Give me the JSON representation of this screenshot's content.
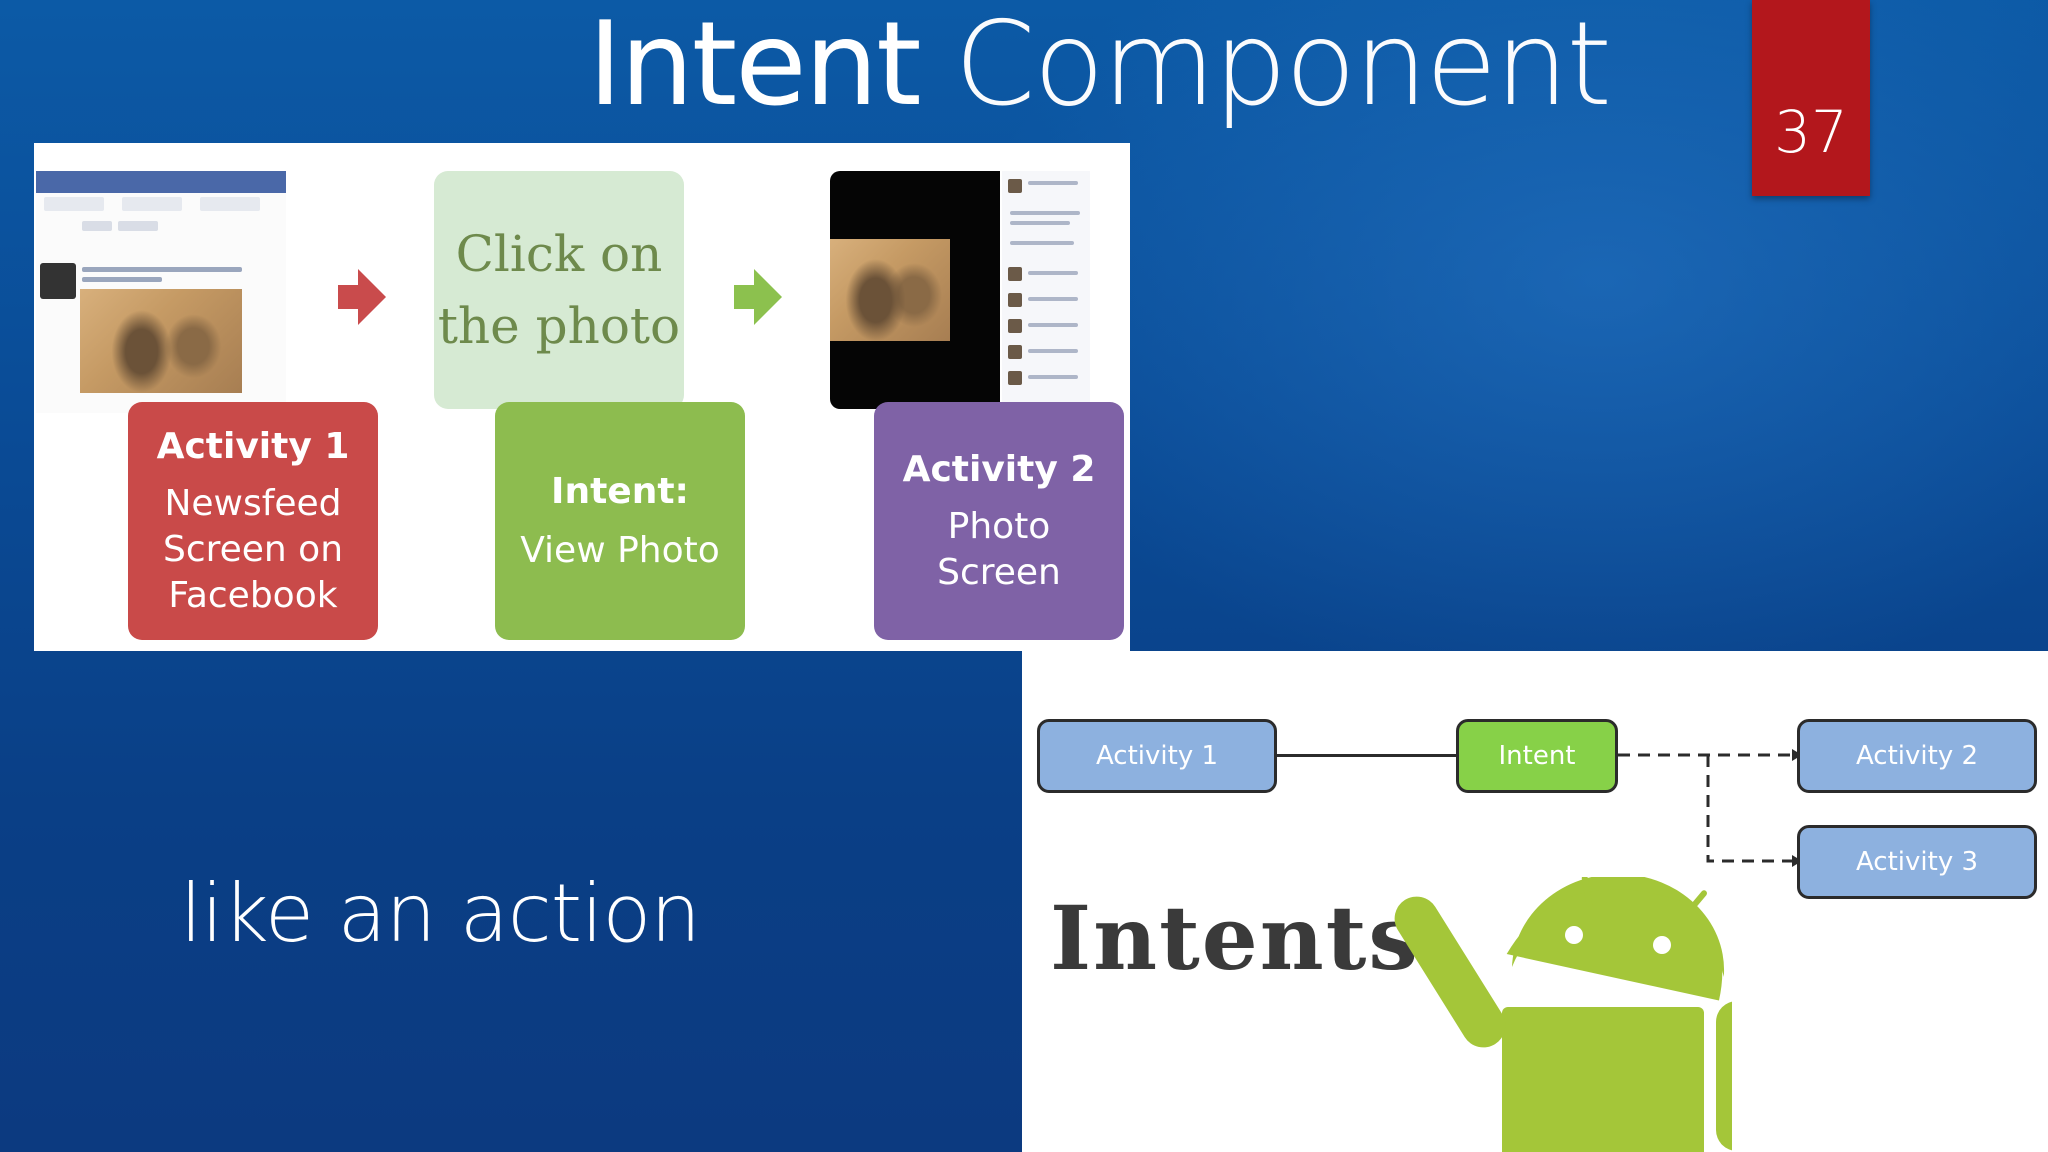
{
  "slide": {
    "title_bold": "Intent",
    "title_light": "Component",
    "page_number": "37",
    "subtitle": "like an action"
  },
  "top_figure": {
    "click_text_line1": "Click on",
    "click_text_line2": "the photo",
    "cards": [
      {
        "head": "Activity 1",
        "lines": [
          "Newsfeed",
          "Screen on",
          "Facebook"
        ],
        "color": "#c94a49"
      },
      {
        "head": "Intent:",
        "lines": [
          "View Photo"
        ],
        "color": "#8dbc4f"
      },
      {
        "head": "Activity 2",
        "lines": [
          "Photo",
          "Screen"
        ],
        "color": "#7f62a6"
      }
    ],
    "arrow_colors": [
      "#c94b4c",
      "#8cc14e"
    ]
  },
  "bottom_figure": {
    "nodes": {
      "activity1": "Activity 1",
      "intent": "Intent",
      "activity2": "Activity 2",
      "activity3": "Activity 3"
    },
    "intents_word": "Intents",
    "android_color": "#a4c639"
  },
  "colors": {
    "badge": "#b3171c",
    "background": "#0a4c97"
  }
}
